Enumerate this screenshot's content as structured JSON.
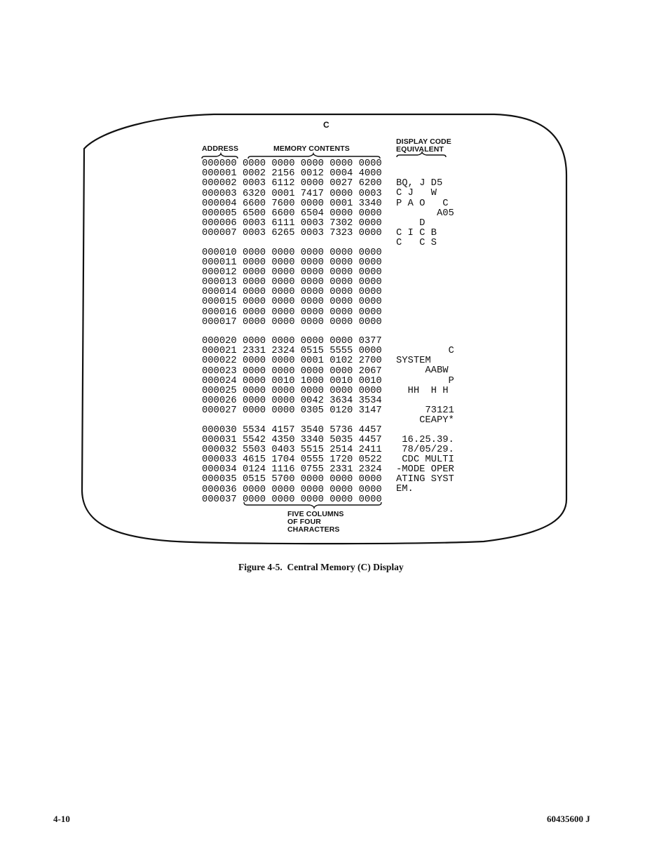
{
  "display": {
    "title": "C",
    "headers": {
      "address": "ADDRESS",
      "memory_contents": "MEMORY CONTENTS",
      "display_code_line1": "DISPLAY CODE",
      "display_code_line2": "EQUIVALENT"
    },
    "footnote": [
      "FIVE COLUMNS",
      "OF FOUR",
      "CHARACTERS"
    ],
    "groups": [
      {
        "rows": [
          {
            "address": "000000",
            "words": [
              "0000",
              "0000",
              "0000",
              "0000",
              "0000"
            ],
            "display": ""
          },
          {
            "address": "000001",
            "words": [
              "0002",
              "2156",
              "0012",
              "0004",
              "4000"
            ],
            "display": "BQ, J D5"
          },
          {
            "address": "000002",
            "words": [
              "0003",
              "6112",
              "0000",
              "0027",
              "6200"
            ],
            "display": "C J   W"
          },
          {
            "address": "000003",
            "words": [
              "6320",
              "0001",
              "7417",
              "0000",
              "0003"
            ],
            "display": "P A O   C"
          },
          {
            "address": "000004",
            "words": [
              "6600",
              "7600",
              "0000",
              "0001",
              "3340"
            ],
            "display": "       A05"
          },
          {
            "address": "000005",
            "words": [
              "6500",
              "6600",
              "6504",
              "0000",
              "0000"
            ],
            "display": "    D"
          },
          {
            "address": "000006",
            "words": [
              "0003",
              "6111",
              "0003",
              "7302",
              "0000"
            ],
            "display": "C I C B"
          },
          {
            "address": "000007",
            "words": [
              "0003",
              "6265",
              "0003",
              "7323",
              "0000"
            ],
            "display": "C   C S"
          }
        ]
      },
      {
        "rows": [
          {
            "address": "000010",
            "words": [
              "0000",
              "0000",
              "0000",
              "0000",
              "0000"
            ],
            "display": ""
          },
          {
            "address": "000011",
            "words": [
              "0000",
              "0000",
              "0000",
              "0000",
              "0000"
            ],
            "display": ""
          },
          {
            "address": "000012",
            "words": [
              "0000",
              "0000",
              "0000",
              "0000",
              "0000"
            ],
            "display": ""
          },
          {
            "address": "000013",
            "words": [
              "0000",
              "0000",
              "0000",
              "0000",
              "0000"
            ],
            "display": ""
          },
          {
            "address": "000014",
            "words": [
              "0000",
              "0000",
              "0000",
              "0000",
              "0000"
            ],
            "display": ""
          },
          {
            "address": "000015",
            "words": [
              "0000",
              "0000",
              "0000",
              "0000",
              "0000"
            ],
            "display": ""
          },
          {
            "address": "000016",
            "words": [
              "0000",
              "0000",
              "0000",
              "0000",
              "0000"
            ],
            "display": ""
          },
          {
            "address": "000017",
            "words": [
              "0000",
              "0000",
              "0000",
              "0000",
              "0000"
            ],
            "display": ""
          }
        ]
      },
      {
        "rows": [
          {
            "address": "000020",
            "words": [
              "0000",
              "0000",
              "0000",
              "0000",
              "0377"
            ],
            "display": "         C"
          },
          {
            "address": "000021",
            "words": [
              "2331",
              "2324",
              "0515",
              "5555",
              "0000"
            ],
            "display": "SYSTEM"
          },
          {
            "address": "000022",
            "words": [
              "0000",
              "0000",
              "0001",
              "0102",
              "2700"
            ],
            "display": "     AABW"
          },
          {
            "address": "000023",
            "words": [
              "0000",
              "0000",
              "0000",
              "0000",
              "2067"
            ],
            "display": "         P"
          },
          {
            "address": "000024",
            "words": [
              "0000",
              "0010",
              "1000",
              "0010",
              "0010"
            ],
            "display": "  HH  H H"
          },
          {
            "address": "000025",
            "words": [
              "0000",
              "0000",
              "0000",
              "0000",
              "0000"
            ],
            "display": ""
          },
          {
            "address": "000026",
            "words": [
              "0000",
              "0000",
              "0042",
              "3634",
              "3534"
            ],
            "display": "     73121"
          },
          {
            "address": "000027",
            "words": [
              "0000",
              "0000",
              "0305",
              "0120",
              "3147"
            ],
            "display": "    CEAPY*"
          }
        ]
      },
      {
        "rows": [
          {
            "address": "000030",
            "words": [
              "5534",
              "4157",
              "3540",
              "5736",
              "4457"
            ],
            "display": " 16.25.39."
          },
          {
            "address": "000031",
            "words": [
              "5542",
              "4350",
              "3340",
              "5035",
              "4457"
            ],
            "display": " 78/05/29."
          },
          {
            "address": "000032",
            "words": [
              "5503",
              "0403",
              "5515",
              "2514",
              "2411"
            ],
            "display": " CDC MULTI"
          },
          {
            "address": "000033",
            "words": [
              "4615",
              "1704",
              "0555",
              "1720",
              "0522"
            ],
            "display": "-MODE OPER"
          },
          {
            "address": "000034",
            "words": [
              "0124",
              "1116",
              "0755",
              "2331",
              "2324"
            ],
            "display": "ATING SYST"
          },
          {
            "address": "000035",
            "words": [
              "0515",
              "5700",
              "0000",
              "0000",
              "0000"
            ],
            "display": "EM."
          },
          {
            "address": "000036",
            "words": [
              "0000",
              "0000",
              "0000",
              "0000",
              "0000"
            ],
            "display": ""
          },
          {
            "address": "000037",
            "words": [
              "0000",
              "0000",
              "0000",
              "0000",
              "0000"
            ],
            "display": ""
          }
        ]
      }
    ]
  },
  "caption": "Figure 4-5.  Central Memory (C) Display",
  "footer": {
    "page_number": "4-10",
    "doc_number": "60435600 J"
  }
}
